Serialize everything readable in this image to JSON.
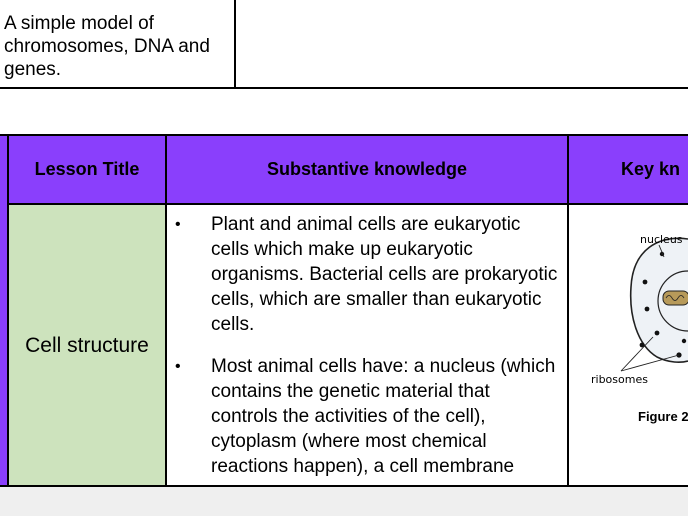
{
  "top": {
    "text": "A simple model of chromosomes, DNA and genes."
  },
  "table": {
    "headers": [
      "Lesson Title",
      "Substantive knowledge",
      "Key kn"
    ],
    "row": {
      "title": "Cell structure",
      "bullets": [
        "Plant and animal cells are eukaryotic cells which make up eukaryotic organisms. Bacterial cells are prokaryotic cells, which are smaller than eukaryotic cells.",
        "Most animal cells have: a nucleus (which contains the genetic material that controls the activities of the cell), cytoplasm (where most chemical reactions happen), a cell membrane"
      ],
      "bullet_symbol": "•",
      "figure": {
        "labels": [
          "nucleus",
          "ribosomes"
        ],
        "caption": "Figure 2"
      }
    }
  },
  "colors": {
    "header_purple": "#8a3ffc",
    "title_green": "#cde3bd"
  }
}
